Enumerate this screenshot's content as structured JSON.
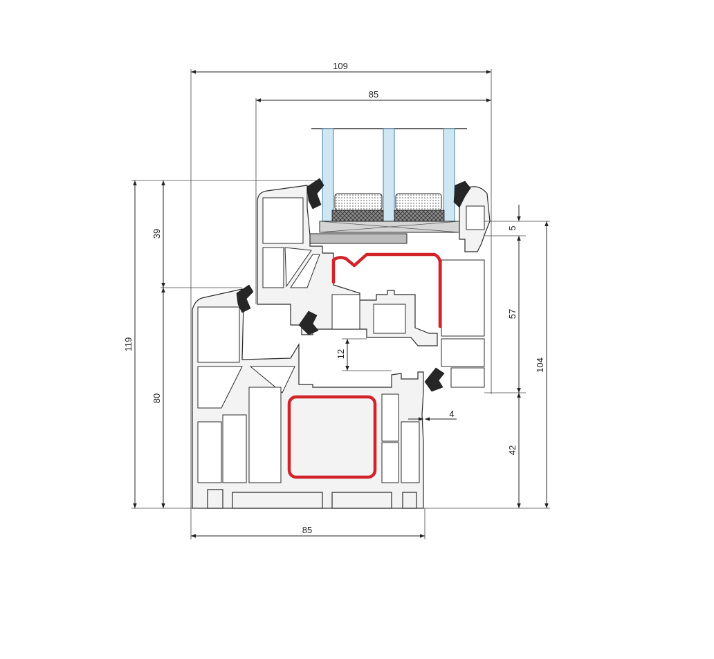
{
  "diagram": {
    "dimensions": {
      "overall_width": "109",
      "sash_width": "85",
      "frame_width": "85",
      "overall_height": "119",
      "sash_overlap_height": "39",
      "frame_height": "80",
      "glazing_rebate": "5",
      "sash_height": "57",
      "total_height_right": "104",
      "frame_lower_height": "42",
      "rebate_depth": "12",
      "gap": "4"
    },
    "colors": {
      "line": "#222222",
      "profile_fill": "#f3f3f3",
      "reinforcement": "#d2232a",
      "glass": "#cfe6f3",
      "gasket": "#262626"
    }
  }
}
